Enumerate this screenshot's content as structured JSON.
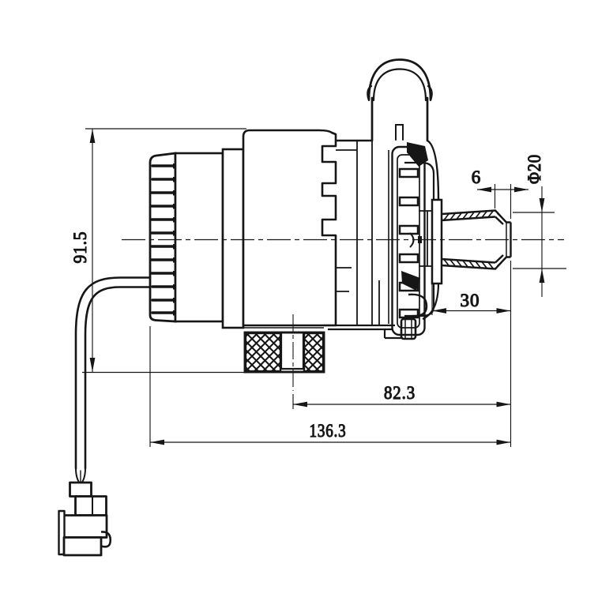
{
  "drawing": {
    "type": "engineering-drawing",
    "subject": "electric water pump side view with dimensions",
    "units": "mm",
    "colors": {
      "line": "#161616",
      "background": "#ffffff"
    },
    "dimensions": {
      "overall_height": {
        "label": "91.5"
      },
      "barb_land": {
        "label": "6"
      },
      "outlet_diameter": {
        "label": "Φ20"
      },
      "outlet_length": {
        "label": "30"
      },
      "mount_to_end": {
        "label": "82.3"
      },
      "overall_length": {
        "label": "136.3"
      }
    }
  }
}
